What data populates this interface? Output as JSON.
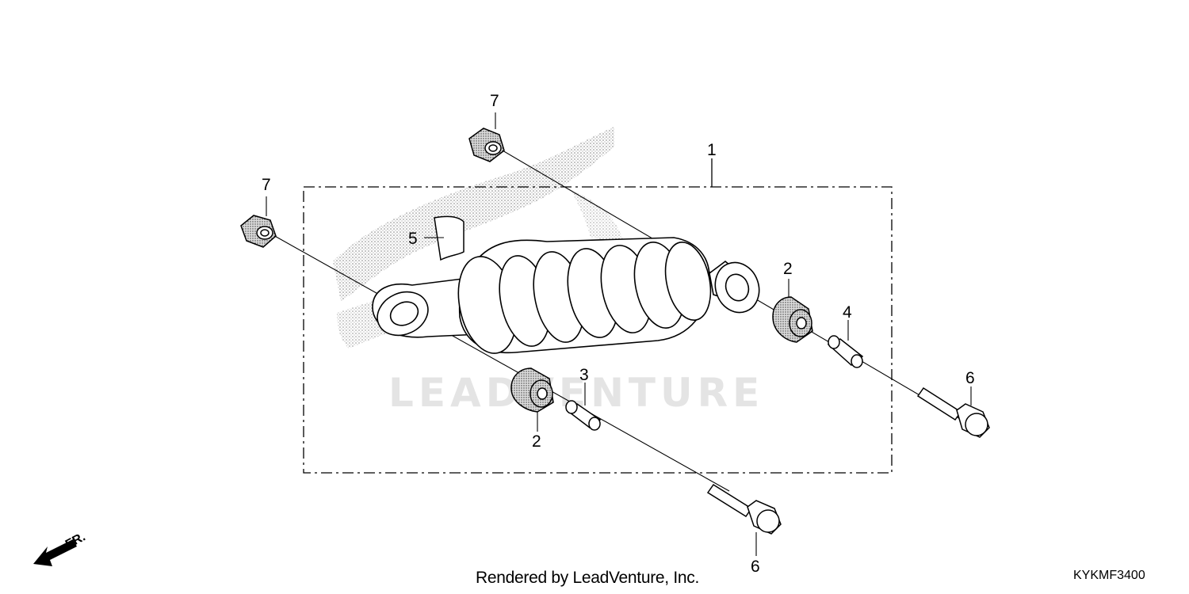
{
  "diagram": {
    "watermark": "LEADVENTURE",
    "front_indicator": "FR.",
    "callouts": {
      "c1": "1",
      "c2a": "2",
      "c2b": "2",
      "c3": "3",
      "c4": "4",
      "c5": "5",
      "c6a": "6",
      "c6b": "6",
      "c7a": "7",
      "c7b": "7"
    }
  },
  "footer": {
    "credit": "Rendered by LeadVenture, Inc.",
    "diagram_code": "KYKMF3400"
  }
}
